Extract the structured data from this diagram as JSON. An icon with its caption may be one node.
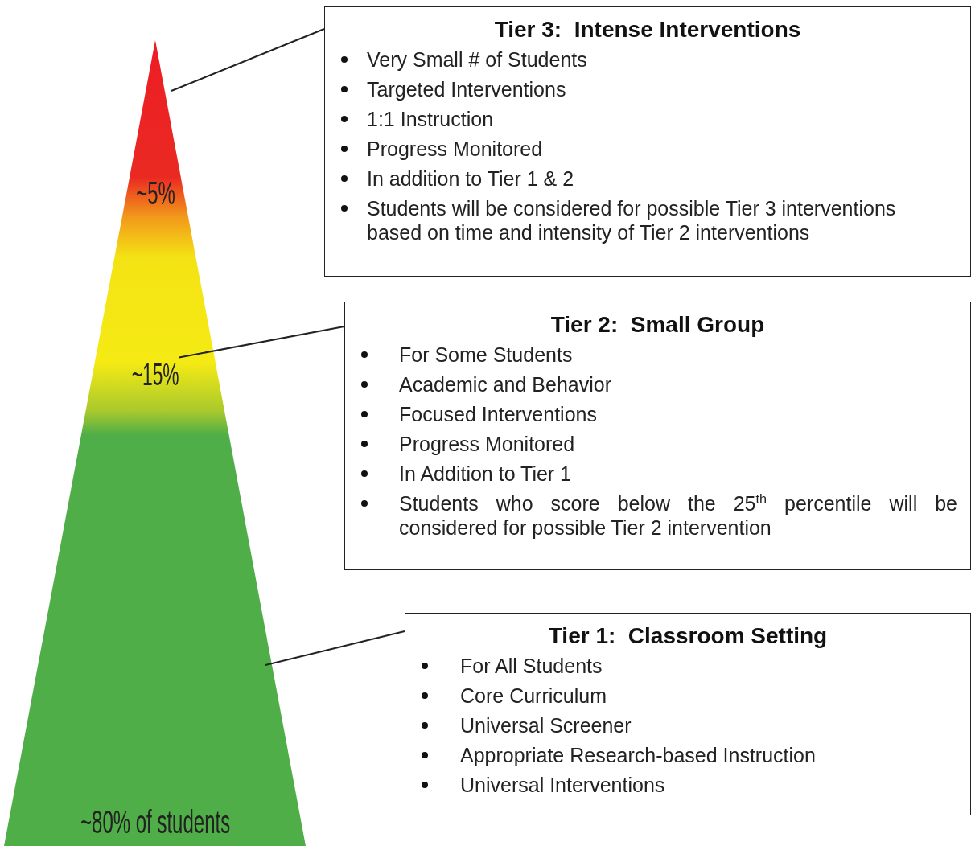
{
  "diagram": {
    "nodes": [
      {
        "text": [
          "Tier 3:  Intense Interventions",
          "Very Small # of Students",
          "Targeted Interventions",
          "1:1 Instruction",
          "Progress Monitored",
          "In addition to Tier 1 & 2",
          "Students will be considered for possible Tier 3 interventions based on time and intensity of Tier 2 interventions"
        ]
      },
      {
        "text": [
          "Tier 2:  Small Group",
          "For Some Students",
          "Academic and Behavior",
          "Focused Interventions",
          "Progress Monitored",
          "In Addition to Tier 1",
          "Students who score below the 25$^{th}$ percentile will be considered for possible Tier 2 intervention"
        ]
      },
      {
        "text": [
          "~15%"
        ]
      },
      {
        "text": [
          "Tier 1:  Classroom Setting",
          "For All Students",
          "Core Curriculum",
          "Universal Screener",
          "Appropriate Research-based Instruction",
          "Universal Interventions"
        ]
      }
    ],
    "edges": [
      {
        "from": 0,
        "to": null,
        "arrow": "none"
      },
      {
        "from": 1,
        "to": 2,
        "arrow": "none"
      },
      {
        "from": 3,
        "to": null,
        "arrow": "none"
      }
    ],
    "labels": [
      "~5%",
      "~80% of students"
    ]
  }
}
